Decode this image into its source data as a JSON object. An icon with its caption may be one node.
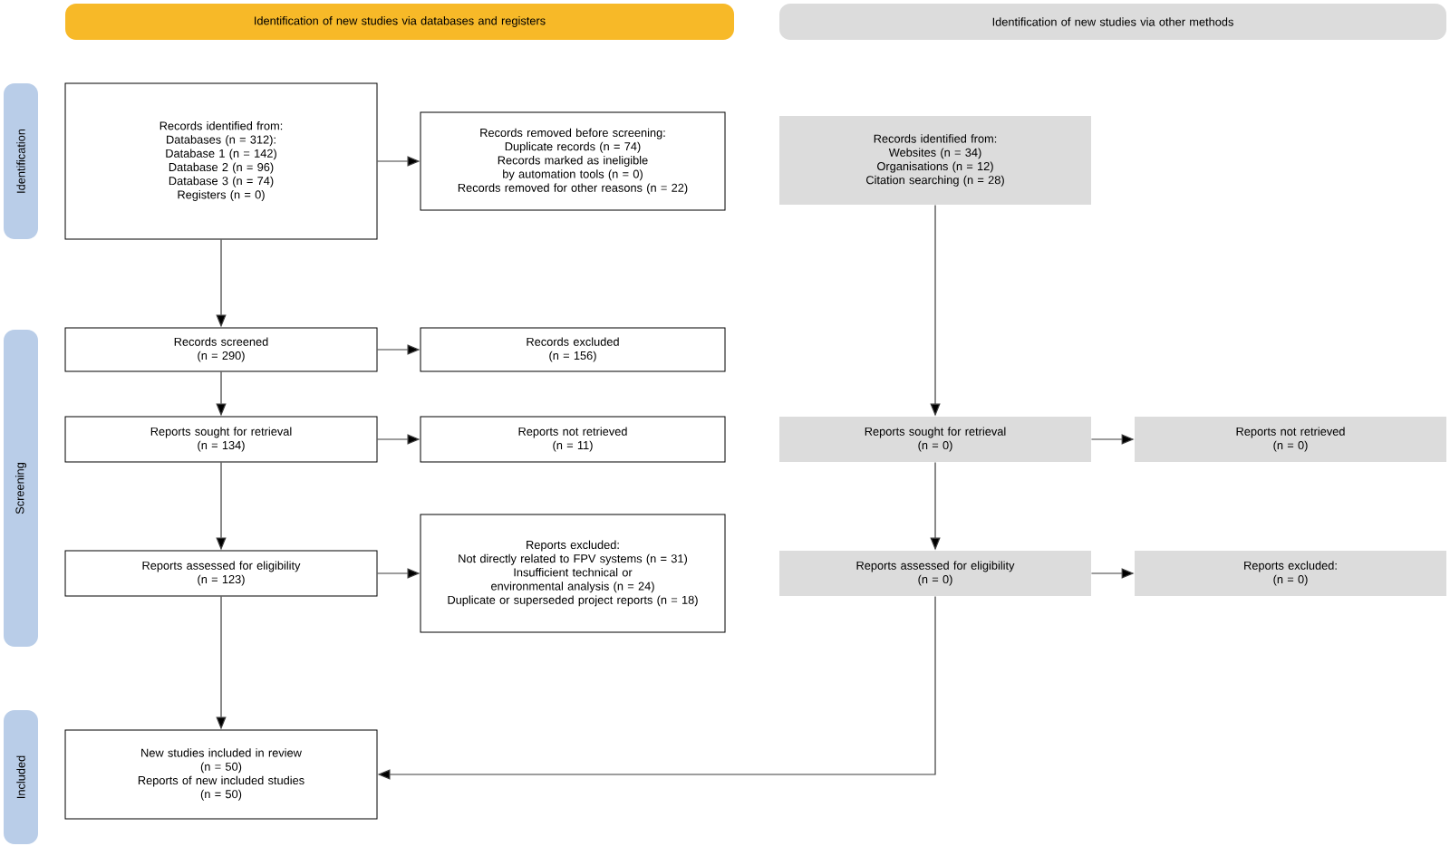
{
  "diagram": {
    "nodes": [
      {
        "text": [
          "Identification of new studies via databases and registers"
        ]
      },
      {
        "text": [
          "Identification of new studies via other methods"
        ]
      },
      {
        "text": [
          "Identification"
        ]
      },
      {
        "text": [
          "Screening"
        ]
      },
      {
        "text": [
          "Included"
        ]
      },
      {
        "text": [
          "Records identified from:",
          "Databases (n = 312):",
          "Database 1 (n = 142)",
          "Database 2 (n = 96)",
          "Database 3 (n = 74)",
          "Registers (n = 0)"
        ]
      },
      {
        "text": [
          "Records removed before screening:",
          "Duplicate records (n = 74)",
          "Records marked as ineligible by automation tools (n = 0)",
          "Records removed for other reasons (n = 22)"
        ]
      },
      {
        "text": [
          "Records identified from:",
          "Websites (n = 34)",
          "Organisations (n = 12)",
          "Citation searching (n = 28)"
        ]
      },
      {
        "text": [
          "Records screened",
          "(n = 290)"
        ]
      },
      {
        "text": [
          "Records excluded",
          "(n = 156)"
        ]
      },
      {
        "text": [
          "Reports sought for retrieval",
          "(n = 134)"
        ]
      },
      {
        "text": [
          "Reports not retrieved",
          "(n = 11)"
        ]
      },
      {
        "text": [
          "Reports assessed for eligibility",
          "(n = 123)"
        ]
      },
      {
        "text": [
          "Reports excluded:",
          "Not directly related to FPV systems (n = 31)",
          "Insufficient technical or environmental analysis (n = 24)",
          "Duplicate or superseded project reports (n = 18)"
        ]
      },
      {
        "text": [
          "New studies included in review",
          "(n = 50)",
          "Reports of new included studies",
          "(n = 50)"
        ]
      },
      {
        "text": [
          "Reports sought for retrieval",
          "(n = 0)"
        ]
      },
      {
        "text": [
          "Reports not retrieved",
          "(n = 0)"
        ]
      },
      {
        "text": [
          "Reports assessed for eligibility",
          "(n = 0)"
        ]
      },
      {
        "text": [
          "Reports excluded:",
          "(n = 0)"
        ]
      }
    ],
    "edges": [
      {
        "from": 5,
        "to": 6,
        "arrow": "to"
      },
      {
        "from": 5,
        "to": 8,
        "arrow": "to"
      },
      {
        "from": 8,
        "to": 9,
        "arrow": "to"
      },
      {
        "from": 8,
        "to": 10,
        "arrow": "to"
      },
      {
        "from": 10,
        "to": 11,
        "arrow": "to"
      },
      {
        "from": 10,
        "to": 12,
        "arrow": "to"
      },
      {
        "from": 12,
        "to": 13,
        "arrow": "to"
      },
      {
        "from": 12,
        "to": 14,
        "arrow": "to"
      },
      {
        "from": 7,
        "to": 15,
        "arrow": "to"
      },
      {
        "from": 15,
        "to": 16,
        "arrow": "to"
      },
      {
        "from": 15,
        "to": 17,
        "arrow": "to"
      },
      {
        "from": 17,
        "to": 18,
        "arrow": "to"
      },
      {
        "from": 17,
        "to": 14,
        "arrow": "to"
      }
    ]
  }
}
